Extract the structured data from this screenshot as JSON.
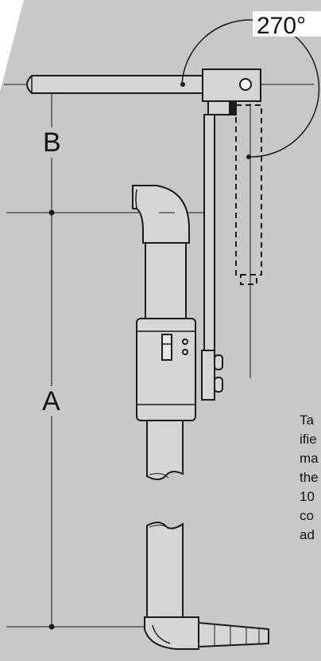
{
  "diagram": {
    "angle_label": "270°",
    "dimension_labels": {
      "b": "B",
      "a": "A"
    },
    "text_fragments": [
      "Ta",
      "ifie",
      "ma",
      "the",
      "10",
      "co",
      "ad"
    ]
  },
  "colors": {
    "background": "#ffffff",
    "panel": "#c8c8c8",
    "stroke": "#1a1a1a",
    "part_fill": "#d6d6d6",
    "text": "#111111"
  }
}
